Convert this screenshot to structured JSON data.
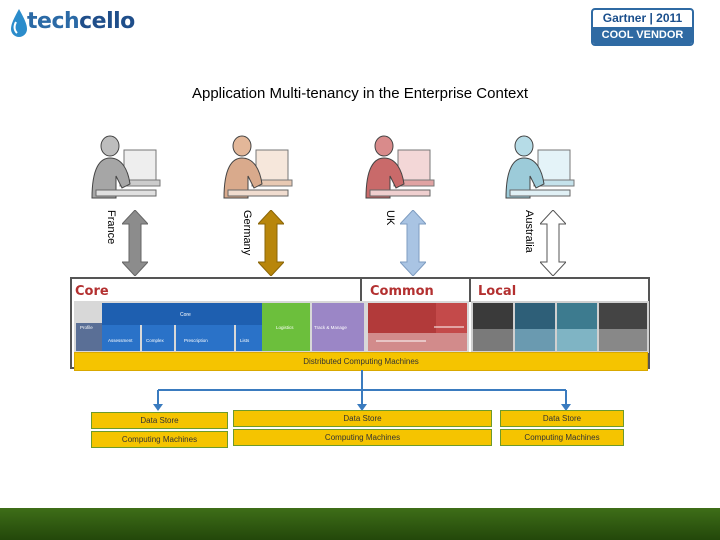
{
  "header": {
    "logo_part1": "tech",
    "logo_part2": "cello",
    "gartner_line1": "Gartner | 2011",
    "gartner_line2": "COOL VENDOR"
  },
  "title": "Application Multi-tenancy in the Enterprise Context",
  "tenants": [
    {
      "country": "France",
      "color": "#a6a6a6"
    },
    {
      "country": "Germany",
      "color": "#d9aa8c"
    },
    {
      "country": "UK",
      "color": "#c96a6a"
    },
    {
      "country": "Australia",
      "color": "#9ccbd9"
    }
  ],
  "arrow_colors": [
    "#8c8c8c",
    "#b8860b",
    "#a9c4e3",
    "#ffffff"
  ],
  "sections": {
    "core": "Core",
    "common": "Common",
    "local": "Local"
  },
  "app": {
    "core_header": "Core",
    "modules_top": [
      "Profile",
      "Logistics",
      "Track & Manage"
    ],
    "modules_bottom": [
      "Assessment",
      "Complex",
      "Prescription",
      "Lists"
    ]
  },
  "distributed": "Distributed Computing Machines",
  "stores": [
    {
      "store": "Data Store",
      "machines": "Computing Machines"
    },
    {
      "store": "Data Store",
      "machines": "Computing Machines"
    },
    {
      "store": "Data Store",
      "machines": "Computing Machines"
    }
  ]
}
